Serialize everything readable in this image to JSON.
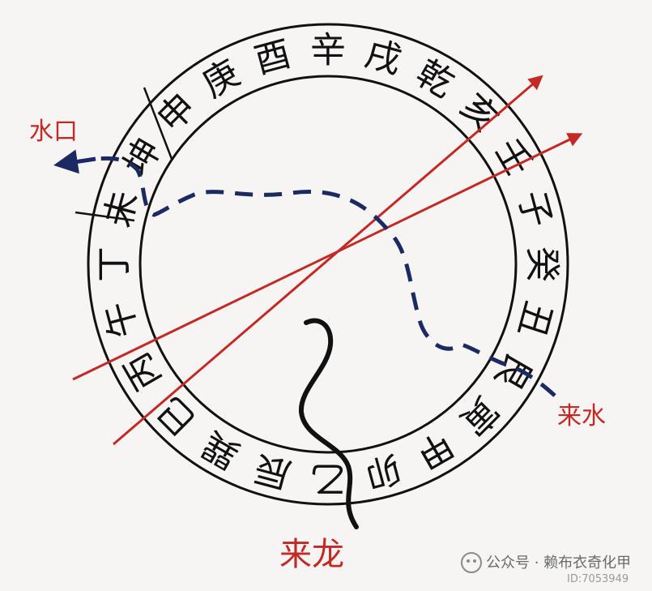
{
  "ring_characters": [
    "巽",
    "巳",
    "丙",
    "午",
    "丁",
    "未",
    "坤",
    "申",
    "庚",
    "酉",
    "辛",
    "戌",
    "乾",
    "亥",
    "壬",
    "子",
    "癸",
    "丑",
    "艮",
    "寅",
    "甲",
    "卯",
    "乙",
    "辰"
  ],
  "labels": {
    "water_outlet": "水口",
    "incoming_water": "来水",
    "incoming_dragon": "来龙"
  },
  "watermark": {
    "text": "公众号 · 赖布衣奇化甲",
    "id": "ID:7053949"
  },
  "colors": {
    "red": "#c42a25",
    "navy": "#1c2a63",
    "black": "#111111"
  }
}
